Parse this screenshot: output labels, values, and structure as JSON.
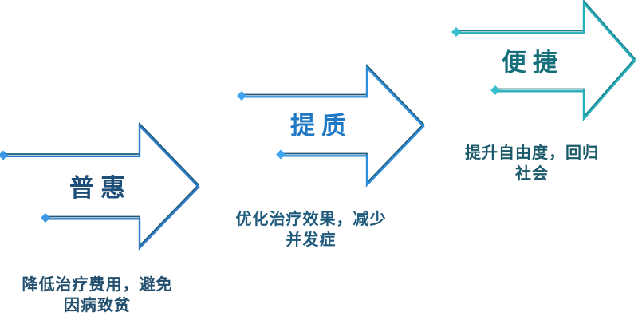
{
  "canvas": {
    "background": "#ffffff"
  },
  "diagram": {
    "steps": [
      {
        "title": "普惠",
        "desc_lines": [
          "降低治疗费用，避免",
          "因病致贫"
        ],
        "colors": {
          "outline_dark": "#1b5a78",
          "outline_bright": "#2e7cc9",
          "marker": "#3a97e6",
          "title": "#1f4e79",
          "description": "#234f6e"
        }
      },
      {
        "title": "提质",
        "desc_lines": [
          "优化治疗效果，减少",
          "并发症"
        ],
        "colors": {
          "outline_dark": "#1b5a78",
          "outline_bright": "#2f8edc",
          "marker": "#3fa3ef",
          "title": "#2079c5",
          "description": "#1f5a7d"
        }
      },
      {
        "title": "便捷",
        "desc_lines": [
          "提升自由度，回归",
          "社会"
        ],
        "colors": {
          "outline_dark": "#14808a",
          "outline_bright": "#27adb8",
          "marker": "#35c0cd",
          "title": "#156f7a",
          "description": "#1b5a6b"
        }
      }
    ]
  }
}
